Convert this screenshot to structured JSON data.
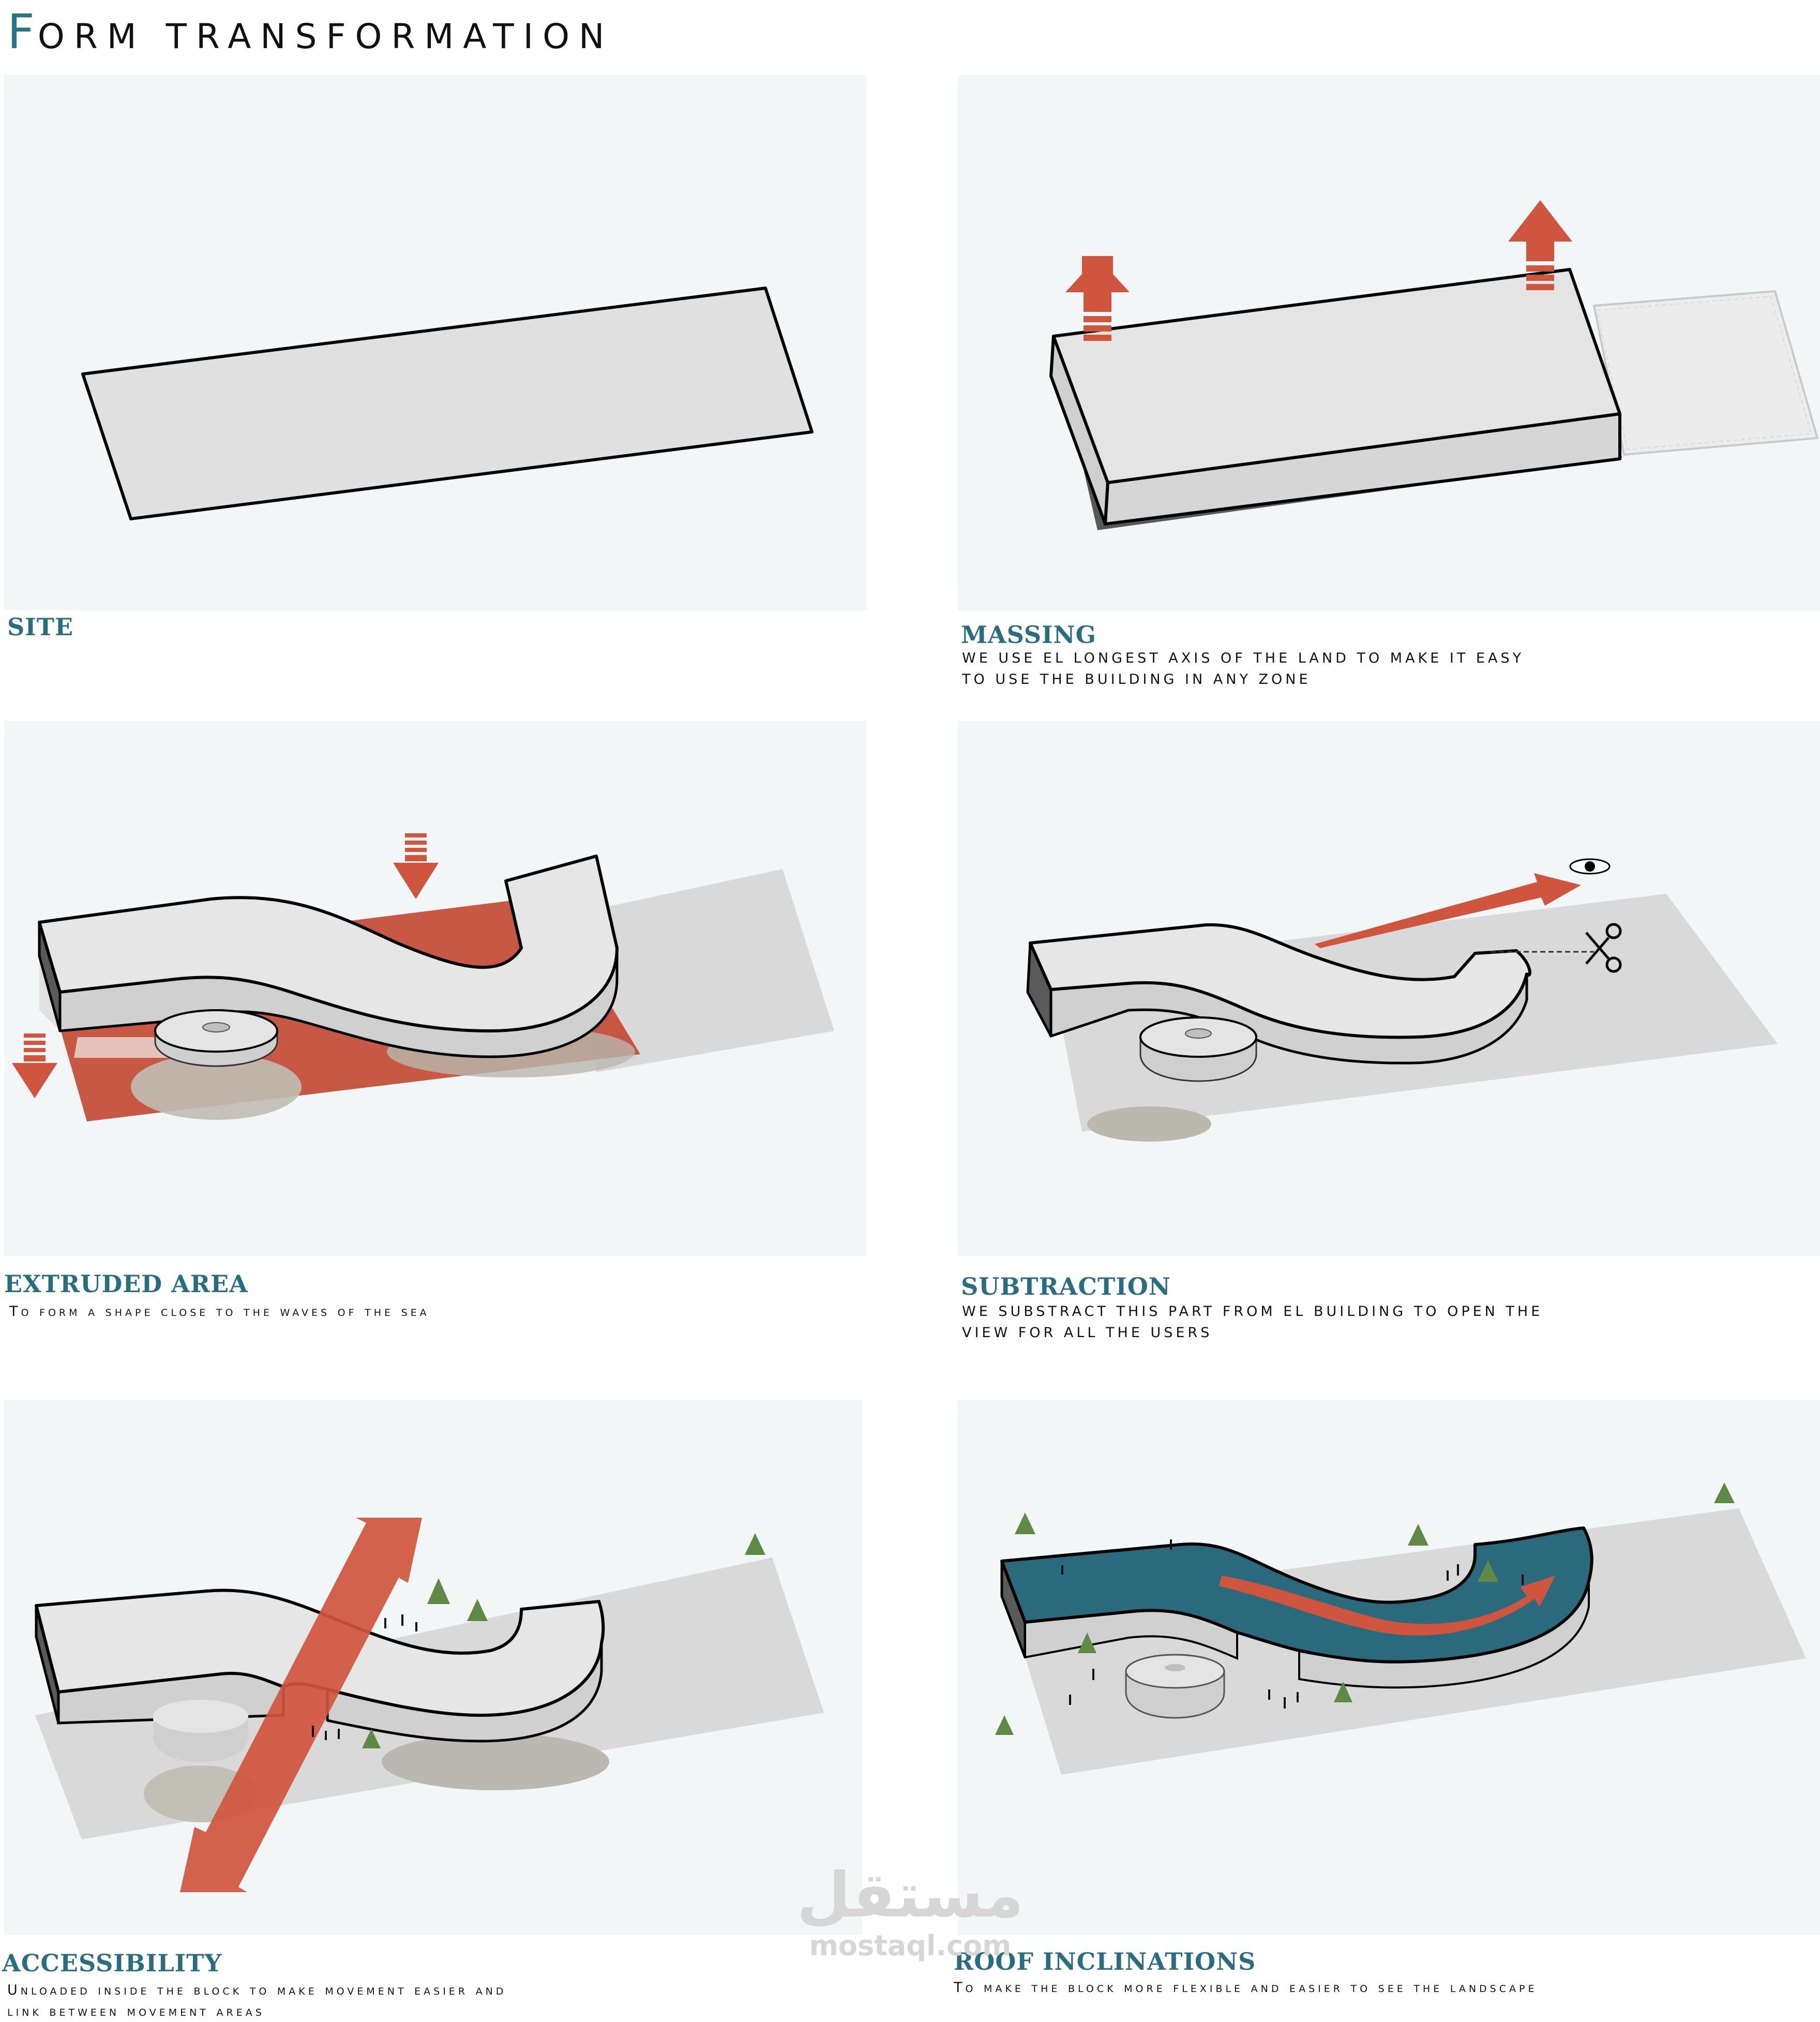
{
  "title": {
    "first_letter": "F",
    "rest": "ORM TRANSFORMATION"
  },
  "panels": [
    {
      "heading": "SITE",
      "lines": []
    },
    {
      "heading": "MASSING",
      "lines": [
        "WE USE EL LONGEST AXIS OF THE LAND TO MAKE IT EASY",
        "TO USE THE BUILDING IN ANY ZONE"
      ]
    },
    {
      "heading": "EXTRUDED AREA",
      "lines": [
        "To form a shape close  to the waves of the sea"
      ]
    },
    {
      "heading": "SUBTRACTION",
      "lines": [
        "WE SUBSTRACT THIS PART FROM EL BUILDING TO OPEN THE",
        "VIEW FOR ALL THE USERS"
      ]
    },
    {
      "heading": "ACCESSIBILITY",
      "lines": [
        "Unloaded inside the block to make movement easier and",
        "link between movement areas"
      ]
    },
    {
      "heading": "ROOF INCLINATIONS",
      "lines": [
        "To make the block more flexible and easier to see the landscape"
      ]
    }
  ],
  "watermark": {
    "arabic": "مستقل",
    "latin": "mostaql.com"
  },
  "colors": {
    "accent_teal": "#2a6d80",
    "arrow_red": "#d0553e",
    "roof_teal": "#2a6a7c",
    "panel_bg": "#f3f6f6"
  }
}
